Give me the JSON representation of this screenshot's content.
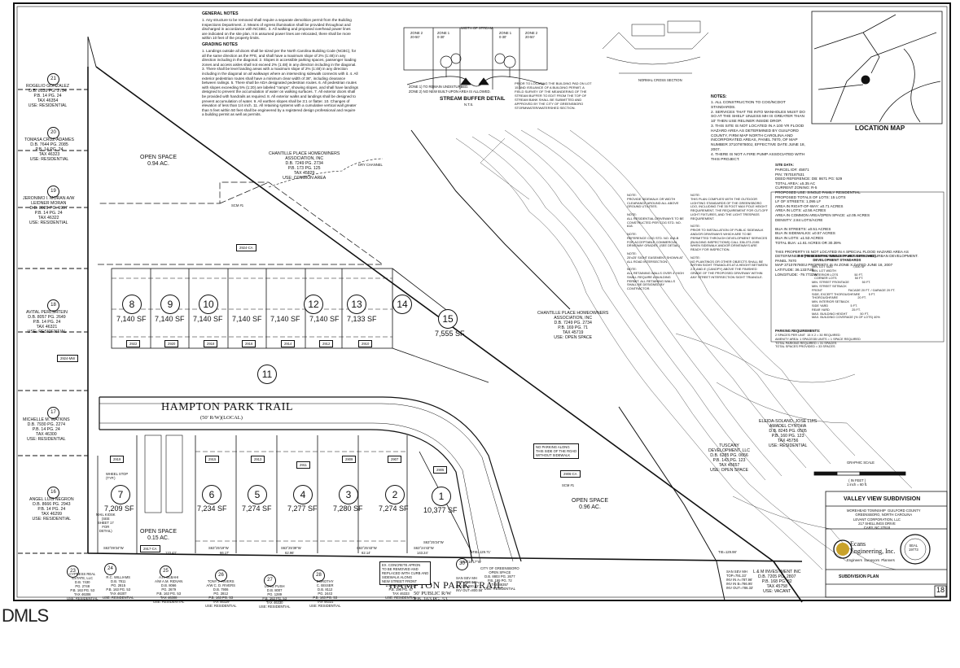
{
  "general_notes": {
    "title": "GENERAL NOTES",
    "text": "1. Any structure to be removed shall require a separate demolition permit from the Building Inspections Department. 2. Means of egress illumination shall be provided throughout and discharged in accordance with NCSBC. 3. All walking and proposed overhead power lines are indicated on the site plan. It is assumed power lines are relocated, there shall be more within 10 feet of the property limits."
  },
  "grading_notes": {
    "title": "GRADING NOTES",
    "text": "1. Landings outside all doors shall be sized per the North Carolina Building Code (NCBC), for all the same direction as the FFE, and shall have a maximum slope of 2% (1:48) in any direction including in the diagonal. 2. Slopes in accessible parking spaces, passenger loading zones and access aisles shall not exceed 2% (1:48) in any direction including in the diagonal. 3. There shall be level landing areas with a maximum slope of 2% (1:48) in any direction including in the diagonal on all walkways where an intersecting sidewalk connects with it. 4. All exterior pedestrian routes shall have a minimum clear width of 36\", including clearance between railings. 5. There shall be ADA designated pedestrian routes. 6. All pedestrian routes with slopes exceeding 5% (1:20) are labeled \"ramps\", showing slopes, and shall have landings designed to prevent the accumulation of water on walking surfaces. 7. All exterior doors shall be provided with handrails as required. 8. All exterior walks and landings shall be designed to prevent accumulation of water. 9. All earthen slopes shall be 3:1 or flatter. 10. Changes of elevation of less than 1/4 inch. 11. All retaining systems with a cumulative vertical wall greater than 5 feet within 50 feet shall be engineered by a registered design professional and require a building permit as well as permits."
  },
  "stream_buffer": {
    "zone2": "ZONE 2\n20-50'",
    "zone1": "ZONE 1\n0-30'",
    "stream_width": "WIDTH OF STREAM",
    "label": "STREAM BUFFER DETAIL",
    "nts": "N.T.S.",
    "note1": "ZONE 1) TO REMAIN UNDISTURBED.",
    "note2": "ZONE 2) NO NEW BUILT-UPON AREA IS ALLOWED.",
    "prior_note": "PRIOR TO LOCATING THE BUILDING PAD ON LOT 15 AND ISSUANCE OF A BUILDING PERMIT, A FIELD SURVEY OF THE MEANDERING OF THE STREAM BUFFER TO EDIT FROM THE TOP OF STREAM BANK SHALL BE SUBMITTED AND APPROVED BY THE CITY OF GREENSBORO STORMWATER/WATERSHED SECTION."
  },
  "normal_section_label": "NORMAL CROSS SECTION",
  "location_map": {
    "title": "LOCATION MAP"
  },
  "notes_block": {
    "title": "NOTES:",
    "text": "1. ALL CONSTRUCTION TO COG/NCDOT STANDARDS.\n2. SERVICES THAT TIE INTO MANHOLES MUST DO SO AT THE SHELF UNLESS MH IS GREATER THAN 10' THEN USE RELINER INSIDE DROP.\n3. THIS SITE IS NOT LOCATED IN A 100 YR FLOOD HAZARD AREA AS DETERMINED BY GUILFORD COUNTY, FIRM MAP NORTH CAROLINA AND INCORPORATED AREAS, PANEL 7870, OF MAP NUMBER 3710787800J, EFFECTIVE DATE JUNE 18, 2007.\n4. THERE IS NOT A FIRE PUMP ASSOCIATED WITH THIS PROJECT."
  },
  "site_data": {
    "title": "SITE DATA:",
    "lines": "PARCEL ID#: 45871\nPIN: 7870187531\nDEED REFERENCE: DB: 8671 PG: 529\nTOTAL AREA: ±5.35 AC\nCURRENT ZONING: R-5\nPROPOSED USE: SINGLE FAMILY RESIDENTIAL\nPROPOSED TOTALS OF LOTS: 15 LOTS\nLF OF STREETS: 1,095 LF\nAREA IN RIGHT-OF-WAY: ±0.71 ACRES\nAREA IN LOTS: ±2.56 ACRES\nAREA IN COMMON AREA/OPEN SPACE: ±2.05 ACRES\nDENSITY: 2.84 LOTS/ACRE\n\nBUA IN STREETS: ±0.51 ACRES\nBUA IN SIDEWALKS: ±0.57 ACRES\nBUA IN LOTS: ±1.53 ACRES\nTOTAL BUA: ±1.61 ACRES OR 30.39%\n\nTHIS PROPERTY IS NOT LOCATED IN A SPECIAL FLOOD HAZARD AREA AS DETERMINED BY THE DEPARTMENT OF HOUSING AND URBAN DEVELOPMENT. PANEL 7870\nMAP 3710787800J PROPERTY IS IN ZONE X DATED JUNE 18, 2007\nLATITUDE: 36.1337UB\nLONGITUDE: -79.7733W"
  },
  "dev_standards": {
    "title": "R-5 (RESIDENTIAL-SINGLE FAMILY DETACHED)\nDEVELOPMENT STANDARDS",
    "rows": "MIN. LOT SIZE                       7,000 SF\nMIN. LOT WIDTH\n   INTERIOR LOTS                   50 FT.\n   CORNER LOTS                     50 FT.\nMIN. STREET FRONTAGE               50 FT.\nMIN. STREET SETBACK\nFRONT                              FACADE 20 FT. / GARAGE 20 FT.\nSIDE, EXCEPT THOROUGHFARE          5 FT.\nTHOROUGHFARE                       20 FT.\nMIN. INTERIOR SETBACK\nSIDE YARD                          5 FT.\nREAR YARD                          25 FT.\nMAX. BUILDING HEIGHT               50 FT.\nMAX. BUILDING COVERAGE (% OF LOTS) 40%",
    "parking_title": "PARKING REQUIREMENTS:",
    "parking": "2 SPACES PER UNIT  15 X 2 = 30 REQUIRED\nAMENITY AREA: 1 SPACE/35 UNITS = 1 SPACE REQUIRED\nTOTAL PARKING REQUIRED = 31 SPACES\nTOTAL SPACES PROVIDED = 33 SPACES"
  },
  "mid_notes": {
    "left": "NOTE:\nPROVIDE SIDEWALK OR WIDTH CLEARANCE AROUND ALL ABOVE GROUND UTILITIES.\n\nNOTE:\nALL RESIDENTIAL DRIVEWAYS TO BE CONSTRUCTED PER COG STD. NO. 618.\n\nNOTE:\nREFERENCE COG STD. NO. 618-B FOR ACCEPTABLE COMMERCIAL DRIVEWAY GRADES. (SEE DETAIL)\n\nNOTE:\n25'x25' SIGHT EASEMENT SHOWN AT ALL ROAD INTERSECTION.\n\nNOTE:\nALL RETAINING WALLS OVER 4' HIGH SHALL REQUIRE A BUILDING PERMIT. ALL RETAINING WALLS SHALL BE DESIGNED BY CONTRACTOR.",
    "right": "NOTE:\nTHIS PLAN COMPLIES WITH THE OUTDOOR LIGHTING STANDARDS OF THE GREENSBORO LDO, INCLUDING THE 35 FOOT MAX POLE HEIGHT REQUIREMENT, THE REQUIREMENT FOR CUT-OFF LIGHT FIXTURES, AND THE LIGHT TRESPASS REQUIREMENT.\n\nNOTE:\nPRIOR TO INSTALLATION OF PUBLIC SIDEWALK AND/OR DRIVEWAYS WHICH ARE TO BE PERMITTED THROUGH DEVELOPMENT SERVICES (BUILDING INSPECTIONS) CALL 336-373-2155 WHEN SIDEWALK AND/OR DRIVEWAYS ARE READY FOR INSPECTION.\n\nNOTE:\nNO PLANTINGS OR OTHER OBJECTS SHALL BE WITHIN SIGHT TRIANGLES AT A HEIGHT BETWEEN 2.5' AND 8' (CANOPY) ABOVE THE FINISHED GRADE OF THE PROPOSED DRIVEWAY WITHIN ANY STREET INTERSECTION SIGHT TRIANGLE."
  },
  "lots": [
    {
      "num": "8",
      "sf": "7,140 SF"
    },
    {
      "num": "9",
      "sf": "7,140 SF"
    },
    {
      "num": "10",
      "sf": "7,140 SF"
    },
    {
      "num": "11",
      "sf": "7,140 SF"
    },
    {
      "num": "12",
      "sf": "7,140 SF"
    },
    {
      "num": "13",
      "sf": "7,140 SF"
    },
    {
      "num": "14",
      "sf": "7,133 SF"
    },
    {
      "num": "15",
      "sf": "7,555 SF"
    },
    {
      "num": "7",
      "sf": "7,209 SF"
    },
    {
      "num": "6",
      "sf": "7,234 SF"
    },
    {
      "num": "5",
      "sf": "7,274 SF"
    },
    {
      "num": "4",
      "sf": "7,277 SF"
    },
    {
      "num": "3",
      "sf": "7,280 SF"
    },
    {
      "num": "2",
      "sf": "7,274 SF"
    },
    {
      "num": "1",
      "sf": "10,377 SF"
    }
  ],
  "addresses": {
    "top": [
      "2922",
      "2920",
      "2918",
      "2916",
      "2914",
      "2912",
      "2910"
    ],
    "bottom": [
      "2919",
      "2915",
      "2913",
      "2911",
      "2909",
      "2907",
      "2905"
    ],
    "ca1": "2924-CA",
    "ca2": "2917-CA",
    "ca3": "2906-CA",
    "ca4": "2924-MW"
  },
  "road": {
    "name": "HAMPTON PARK TRAIL",
    "sub": "(50' R/W)(LOCAL)",
    "name2": "HAMPTON PARK TRAIL",
    "sub2": "50' PUBLIC R/W\nP.B. 163 PG. 53"
  },
  "open_spaces": {
    "os1": "OPEN SPACE\n0.94 AC.",
    "os2": "OPEN SPACE\n0.96 AC.",
    "os3": "OPEN SPACE\n0.15 AC.",
    "chantille1": "CHANTILLE PLACE HOMEOWNERS\nASSOCIATION, INC\nD.B. 7249 PG. 2734\nP.B. 173 PG. 125\nTAX 45829\nUSE: COMMON AREA",
    "chantille2": "CHANTILLE PLACE HOMEOWNERS\nASSOCIATION, INC\nD.B. 7249 PG. 2734\nP.B. 169 PG. 71\nTAX 45719\nUSE: OPEN SPACE",
    "scm1": "SCM #1",
    "scm2": "SCM #1"
  },
  "owners_left": [
    {
      "n": "21",
      "t": "ROGELIO GONZALEZ\nD.B. 8135 PG. 2794\nP.B. 14 PG. 24\nTAX 46354\nUSE: RESIDENTIAL"
    },
    {
      "n": "20",
      "t": "TOMASA CRUZ-ADAMES\nD.B. 7644 PG. 2085\nP.B. 14 PG. 24\nTAX 46323\nUSE: RESIDENTIAL"
    },
    {
      "n": "19",
      "t": "JERONIMO I. MORAN A/W\nLEIDNER MORAN\nD.B. 8029 PG. 1997\nP.B. 14 PG. 24\nTAX 46322\nUSE: RESIDENTIAL"
    },
    {
      "n": "18",
      "t": "AVITAL PERLSHTEIN\nD.B. 8057 PG. 2649\nP.B. 14 PG. 24\nTAX 46321\nUSE: RESIDENTIAL"
    },
    {
      "n": "17",
      "t": "MICHELLE M. WATKINS\nD.B. 7930 PG. 2274\nP.B. 14 PG. 24\nTAX 46300\nUSE: RESIDENTIAL"
    },
    {
      "n": "16",
      "t": "ANGEL LUIS NEGRON\nD.B. 8666 PG. 2943\nP.B. 14 PG. 24\nTAX 46299\nUSE: RESIDENTIAL"
    }
  ],
  "owners_bottom": [
    {
      "n": "23",
      "t": "CYPRESS REAL\nESTATE, LLC\nD.B. 7430\nPG. 2748\nP.B. 163 PG. 53\nTAX 46306\nUSE: RESIDENTIAL"
    },
    {
      "n": "24",
      "t": "R.C. WILLIAMS\nD.B. 7811\nPG. 2815\nP.B. 163 PG. 53\nTAX 46307\nUSE: RESIDENTIAL"
    },
    {
      "n": "25",
      "t": "A.H. ELBAHI\nA/W A.M. RIDVAN\nD.B. 8066\nPG. 2679\nP.B. 163 PG. 53\nTAX 46308\nUSE: RESIDENTIAL"
    },
    {
      "n": "26",
      "t": "TONY J. RIVERS\nA/W C. D. RIVERS\nD.B. 7906\nPG. 2812\nP.B. 163 PG. 53\nTAX 46329\nUSE: RESIDENTIAL"
    },
    {
      "n": "27",
      "t": "LONG PUSH\nD.B. 8007\nPG. 1289\nP.B. 163 PG. 53\nTAX 46330\nUSE: RESIDENTIAL"
    },
    {
      "n": "28",
      "t": "DOROTHY\nC. BISSER\nD.B. 8112\nPG. 2443\nP.B. 163 PG. 53\nTAX 46331\nUSE: RESIDENTIAL"
    },
    {
      "n": "29",
      "t": "ALMESS M. ELBISHRA\nD.B. 8656 PG. 2150\nP.B. 196 PG. 67\nTAX 46333\nUSE: RESIDENTIAL"
    },
    {
      "n": "30",
      "t": "CITY OF GREENSBORO\nOPEN SPACE\nD.B. 8803 PG. 2677\nP.B. 199 PG. 72\nTAX 46357\nUSE: RESIDENTIAL"
    }
  ],
  "owners_right": {
    "tuscany": "TUSCANY\nDEVELOPMENT, LLC\nD.B. 6285 PG. 0656\nP.B. 143 PG. 123\nTAX 45657\nUSE: OPEN SPACE",
    "eleida": "ELEIDA-SOLANO, JOSE LUIS\nAMADEL CYNTHIA\nD.B. 8245 PG. 0505\nP.B. 160 PG. 123\nTAX 45756\nUSE: RESIDENTIAL",
    "lm": "L & M INVESTMENT INC\nD.B. 7205 PG. 2807\nP.B. 168 PG. 82\nTAX 45758\nUSE: VACANT"
  },
  "bearings": [
    "S63°09'34\"W",
    "S63°25'19\"W",
    "S63°25'39\"W",
    "S63°25'43\"W",
    "S63°24'43\"W",
    "S63°18'17\"W",
    "S63°25'24\"W",
    "TIE=129.71'",
    "TIE=129.98'",
    "123.43'",
    "66.17'",
    "62.96'",
    "62.14'",
    "143.24'"
  ],
  "manholes": {
    "mh1": "SAN SEV MH\nTOP=808.62'\nINV IN=800.62'\nINV OUT=800.56'",
    "mh2": "SAN SEV MH\nTOP=791.33'\nINV IN A=787.96'\nINV IN B=786.95'\nINV OUT=786.33'"
  },
  "callouts": {
    "parking": "NO PARKING ALONG\nTHIS SIDE OF THE ROAD\nWITHOUT SIDEWALK",
    "apron": "EX. CONCRETE APRON\nTO BE REMOVED AND\nREPLACED WITH CURB AND\nSIDEWALK ALONG\nNEW STREET FRONT",
    "wheelstop": "WHEEL STOP\n(TYP.)",
    "mailkiosk": "MAIL KIOSK\n(SEE\nSHEET 17\nFOR\nDETAIL)",
    "dryChannel": "DRY CHANNEL",
    "graphicScale": "GRAPHIC SCALE",
    "scaleUnit": "( IN FEET )\n1 inch = 60 ft."
  },
  "title_block": {
    "project": "VALLEY VIEW SUBDIVISION",
    "location": "MOREHEAD TOWNSHIP  GUILFORD COUNTY\nGREENSBORO, NORTH CAROLINA",
    "client": "LEVANT CORPORATION, LLC\n217 SHELLINGS DRIVE\nCARY, NC 27518",
    "firm": "Ecans\nEngineering, Inc.",
    "firm_sub": "Engineers  Surveyors  Planners",
    "seal": "SEAL\n19773",
    "sheet_title": "SUBDIVISION PLAN",
    "sheet_no": "18"
  },
  "watermark": "DMLS"
}
